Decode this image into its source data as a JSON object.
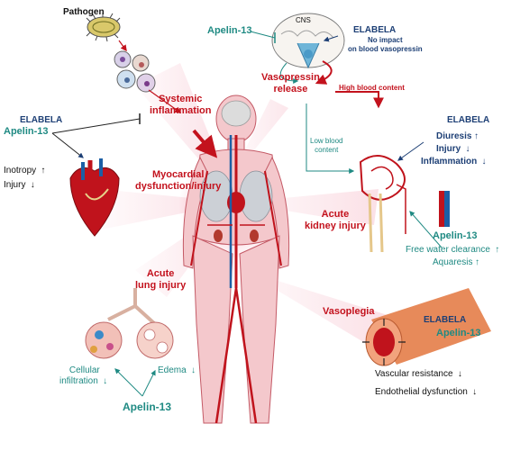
{
  "pathogen": "Pathogen",
  "cns": "CNS",
  "apelin13": "Apelin-13",
  "elabela": "ELABELA",
  "no_impact": [
    "No impact",
    "on blood vasopressin"
  ],
  "vasopressin_release": [
    "Vasopressin",
    "release"
  ],
  "high_blood_content": "High blood content",
  "low_blood_content": [
    "Low blood",
    "content"
  ],
  "systemic_inflammation": [
    "Systemic",
    "inflammation"
  ],
  "myocardial": [
    "Myocardial",
    "dysfunction/injury"
  ],
  "acute_kidney_injury": [
    "Acute",
    "kidney injury"
  ],
  "acute_lung_injury": [
    "Acute",
    "lung injury"
  ],
  "vasoplegia": "Vasoplegia",
  "heart_effects": [
    {
      "label": "Inotropy",
      "direction": "↑"
    },
    {
      "label": "Injury",
      "direction": "↓"
    }
  ],
  "kidney_elabela_effects": [
    {
      "label": "Diuresis",
      "direction": "↑"
    },
    {
      "label": "Injury",
      "direction": "↓"
    },
    {
      "label": "Inflammation",
      "direction": "↓"
    }
  ],
  "kidney_apelin_effects": [
    {
      "label": "Free water clearance",
      "direction": "↑"
    },
    {
      "label": "Aquaresis",
      "direction": "↑"
    }
  ],
  "lung_effects": {
    "cellular": [
      "Cellular",
      "infiltration"
    ],
    "cellular_direction": "↓",
    "edema": "Edema",
    "edema_direction": "↓"
  },
  "vessel_effects": [
    {
      "label": "Vascular resistance",
      "direction": "↓"
    },
    {
      "label": "Endothelial dysfunction",
      "direction": "↓"
    }
  ],
  "colors": {
    "red": "#c3121d",
    "teal": "#1f8a83",
    "navy": "#1d3f75",
    "body": "#f4c8cc",
    "vessel": "#c0131c",
    "vein": "#1c5fa5"
  }
}
